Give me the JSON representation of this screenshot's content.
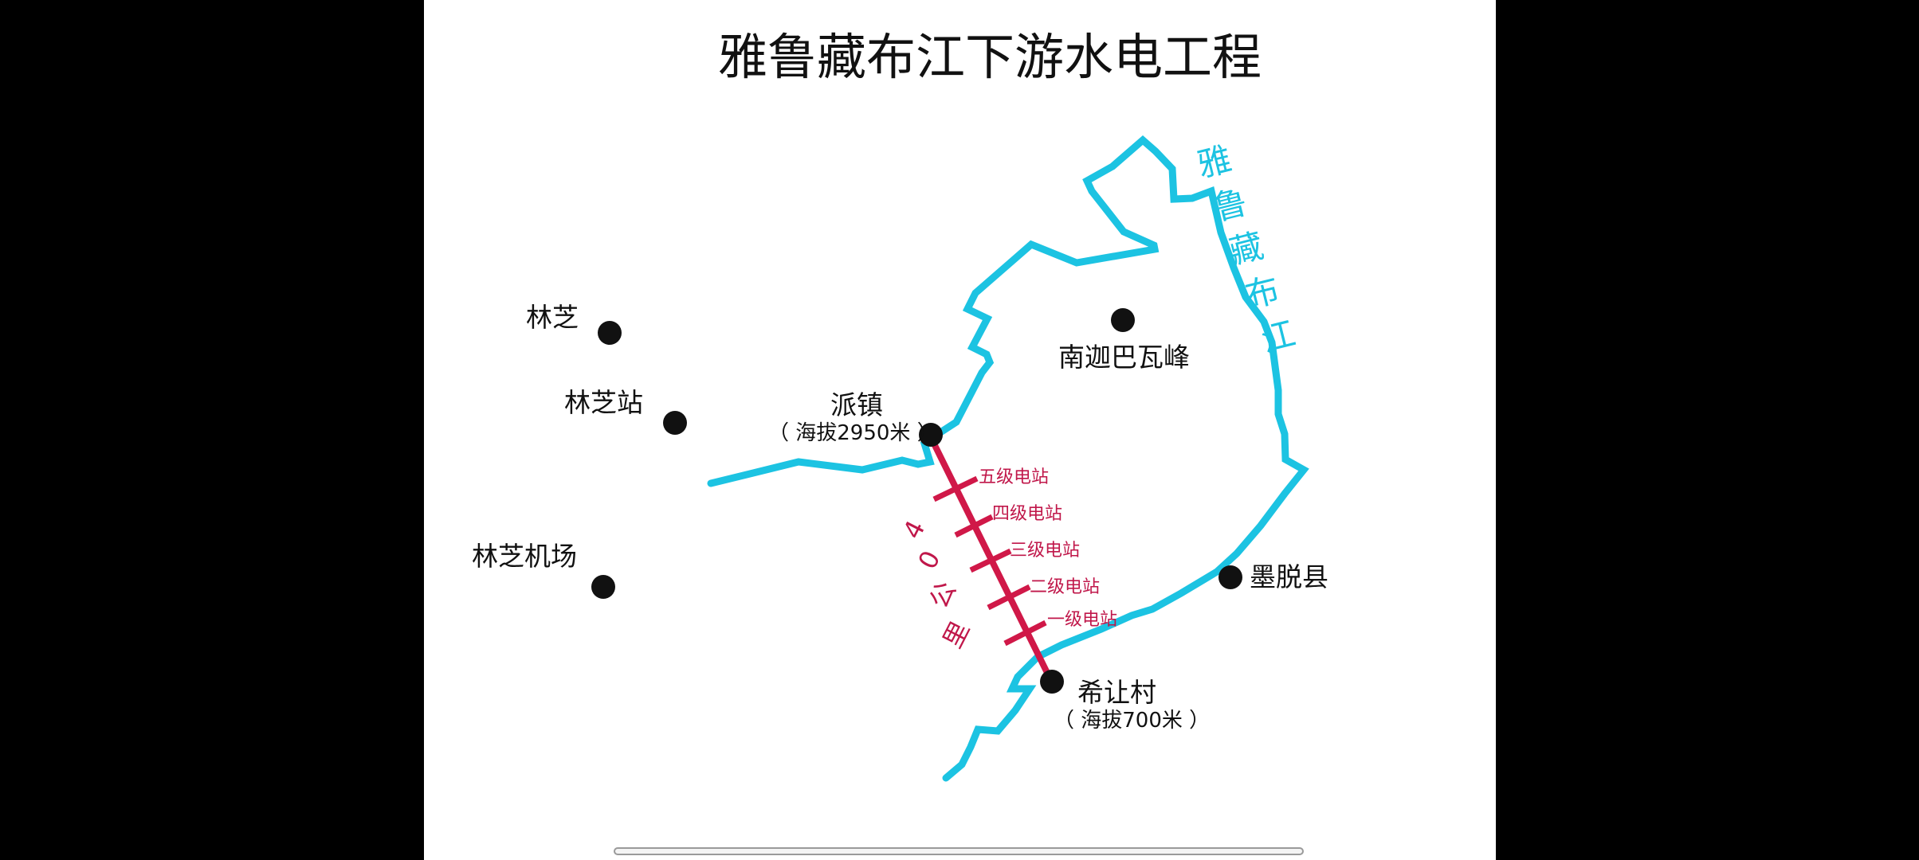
{
  "title": "雅鲁藏布江下游水电工程",
  "colors": {
    "river": "#1cc3e2",
    "stations": "#d01848",
    "text": "#111111",
    "dot": "#111111",
    "page_background": "#000000",
    "slide_background": "#ffffff"
  },
  "river_label": [
    "雅",
    "鲁",
    "藏",
    "布",
    "江"
  ],
  "places": {
    "linzhi": "林芝",
    "linzhi_station": "林芝站",
    "linzhi_airport": "林芝机场",
    "namcha_barwa": "南迦巴瓦峰",
    "pai_town": "派镇",
    "pai_altitude": "（ 海拔2950米 ）",
    "medog": "墨脱县",
    "xirang": "希让村",
    "xirang_altitude": "（ 海拔700米 ）"
  },
  "stations": [
    "五级电站",
    "四级电站",
    "三级电站",
    "二级电站",
    "一级电站"
  ],
  "distance_label": [
    "4",
    "0",
    "公",
    "里"
  ]
}
